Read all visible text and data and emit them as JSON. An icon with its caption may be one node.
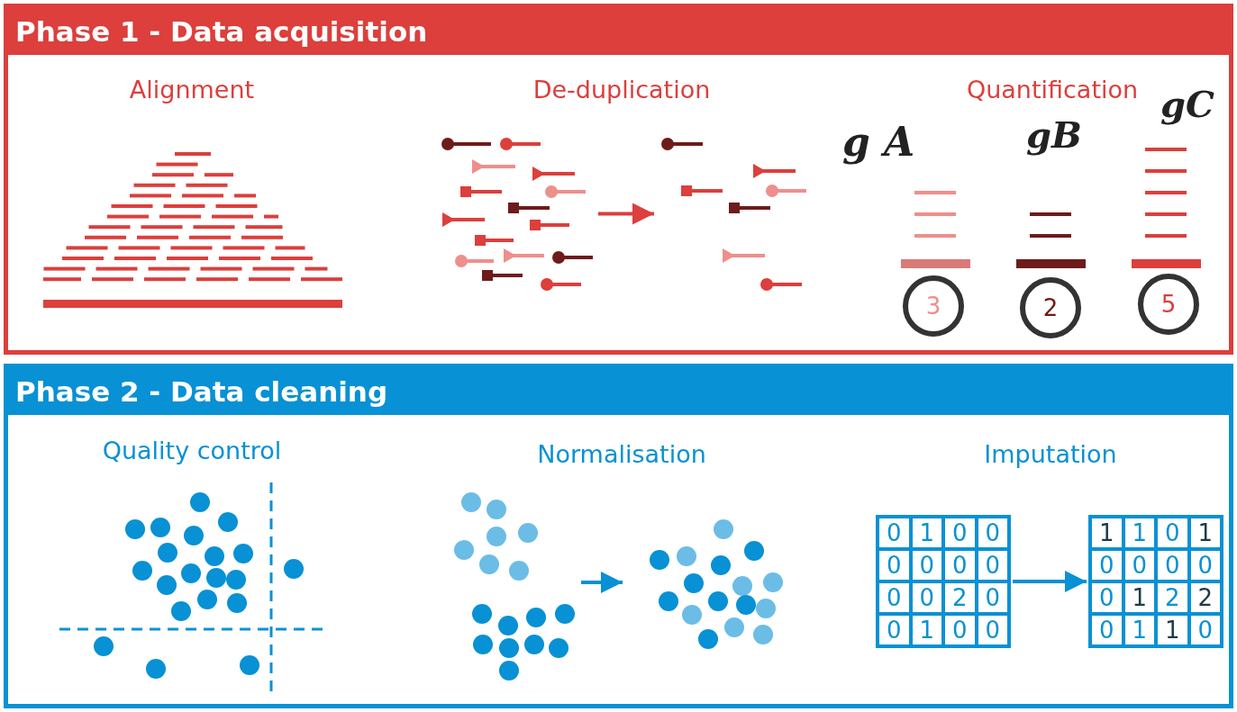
{
  "diagram": {
    "nodes": [
      {
        "text": [
          "Phase 1 - Data acquisition"
        ]
      },
      {
        "text": [],
        "shape": "picture",
        "in": 0
      },
      {
        "text": [],
        "shape": "picture",
        "in": 0
      },
      {
        "text": [
          "Phase 2 - Data cleaning"
        ]
      },
      {
        "text": [],
        "shape": "picture",
        "in": 3
      },
      {
        "text": [],
        "shape": "picture",
        "in": 3
      },
      {
        "text": [
          "0",
          "1",
          "0",
          "0",
          "0",
          "0",
          "0",
          "0",
          "0",
          "0",
          "2",
          "0",
          "0",
          "1",
          "0",
          "0"
        ],
        "in": 3
      },
      {
        "text": [
          "1",
          "1",
          "0",
          "1",
          "0",
          "0",
          "0",
          "0",
          "0",
          "1",
          "2",
          "2",
          "0",
          "1",
          "1",
          "0"
        ],
        "in": 3
      }
    ],
    "edges": [
      {
        "from": 1,
        "to": 2,
        "arrow": "to",
        "color": "#dc3f3c"
      },
      {
        "from": 4,
        "to": 5,
        "arrow": "to",
        "color": "#0891d4"
      },
      {
        "from": 6,
        "to": 7,
        "arrow": "to",
        "color": "#0891d4"
      }
    ],
    "labels": [
      "Alignment",
      "De-duplication",
      "Quantification",
      "gC",
      "g A",
      "gB",
      "3",
      "2",
      "5",
      "Quality control",
      "Normalisation",
      "Imputation"
    ]
  }
}
